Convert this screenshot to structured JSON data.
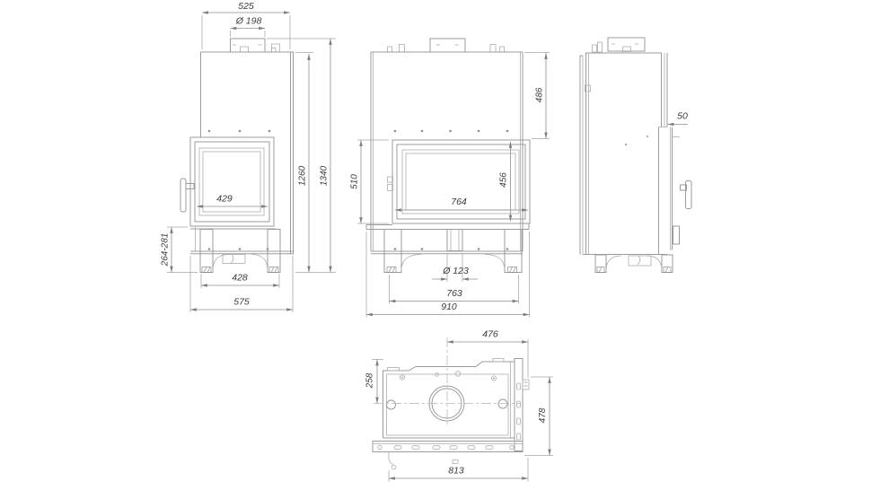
{
  "meta": {
    "background_color": "#ffffff",
    "line_color": "#9b9b9b",
    "dimension_color": "#8f8f8f",
    "text_color": "#3b3b3b",
    "drawing_type": "fireplace insert technical dimension drawing"
  },
  "views": {
    "side_right": {
      "name": "right-side-view",
      "dims": {
        "top_depth": "525",
        "flue_diameter": "Ø 198",
        "side_glass_width": "429",
        "height_to_top_plate": "1260",
        "total_height": "1340",
        "leg_height_range": "264-281",
        "feet_depth": "428",
        "total_depth": "575"
      }
    },
    "front": {
      "name": "front-view",
      "dims": {
        "upper_section_height": "486",
        "door_height": "510",
        "glass_width": "764",
        "glass_height": "456",
        "air_inlet_diameter": "Ø 123",
        "feet_width": "763",
        "total_width": "910"
      }
    },
    "side_left": {
      "name": "left-side-view",
      "dims": {
        "rear_offset": "50"
      }
    },
    "top": {
      "name": "top-view",
      "dims": {
        "flue_center_to_right": "476",
        "flue_center_to_back": "258",
        "total_depth": "478",
        "front_width": "813"
      }
    }
  }
}
